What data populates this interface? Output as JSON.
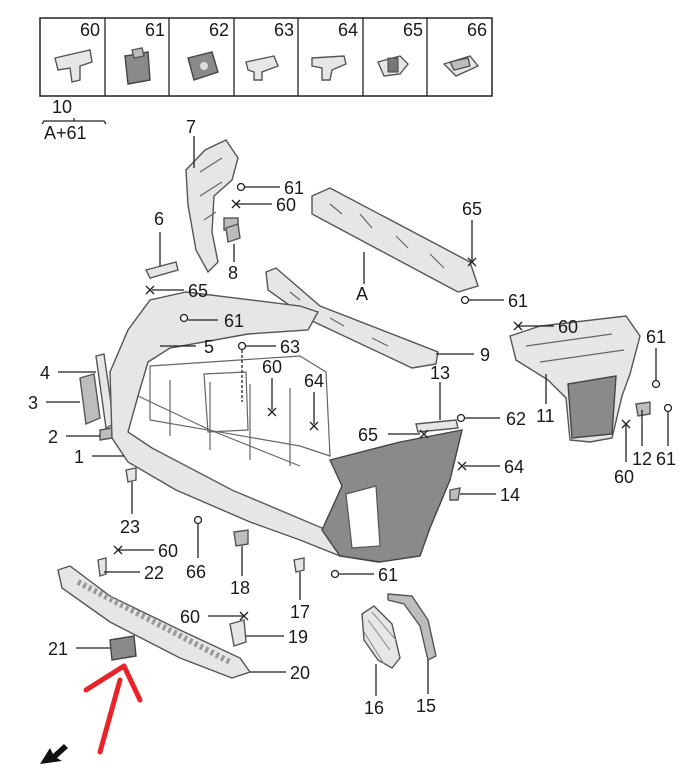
{
  "diagram": {
    "legend": {
      "numbers": [
        "60",
        "61",
        "62",
        "63",
        "64",
        "65",
        "66"
      ],
      "group_number": "10",
      "group_formula": "A+61"
    },
    "callouts": [
      {
        "id": "c7",
        "label": "7"
      },
      {
        "id": "c61a",
        "label": "61"
      },
      {
        "id": "c60a",
        "label": "60"
      },
      {
        "id": "c65a",
        "label": "65"
      },
      {
        "id": "c6",
        "label": "6"
      },
      {
        "id": "c8",
        "label": "8"
      },
      {
        "id": "cA",
        "label": "A"
      },
      {
        "id": "c61b",
        "label": "61"
      },
      {
        "id": "c65b",
        "label": "65"
      },
      {
        "id": "c61c",
        "label": "61"
      },
      {
        "id": "c60b",
        "label": "60"
      },
      {
        "id": "c61d",
        "label": "61"
      },
      {
        "id": "c5",
        "label": "5"
      },
      {
        "id": "c63",
        "label": "63"
      },
      {
        "id": "c9",
        "label": "9"
      },
      {
        "id": "c4",
        "label": "4"
      },
      {
        "id": "c60c",
        "label": "60"
      },
      {
        "id": "c64a",
        "label": "64"
      },
      {
        "id": "c13",
        "label": "13"
      },
      {
        "id": "c11",
        "label": "11"
      },
      {
        "id": "c3",
        "label": "3"
      },
      {
        "id": "c62",
        "label": "62"
      },
      {
        "id": "c65c",
        "label": "65"
      },
      {
        "id": "c2",
        "label": "2"
      },
      {
        "id": "c1",
        "label": "1"
      },
      {
        "id": "c64b",
        "label": "64"
      },
      {
        "id": "c12",
        "label": "12"
      },
      {
        "id": "c61e",
        "label": "61"
      },
      {
        "id": "c60d",
        "label": "60"
      },
      {
        "id": "c14",
        "label": "14"
      },
      {
        "id": "c23",
        "label": "23"
      },
      {
        "id": "c60e",
        "label": "60"
      },
      {
        "id": "c22",
        "label": "22"
      },
      {
        "id": "c66",
        "label": "66"
      },
      {
        "id": "c18",
        "label": "18"
      },
      {
        "id": "c61f",
        "label": "61"
      },
      {
        "id": "c17",
        "label": "17"
      },
      {
        "id": "c60f",
        "label": "60"
      },
      {
        "id": "c19",
        "label": "19"
      },
      {
        "id": "c21",
        "label": "21"
      },
      {
        "id": "c20",
        "label": "20"
      },
      {
        "id": "c16",
        "label": "16"
      },
      {
        "id": "c15",
        "label": "15"
      }
    ],
    "colors": {
      "annotation_arrow": "#e8232a",
      "part_light": "#e6e6e6",
      "part_dark": "#8a8a8a",
      "leader": "#222222"
    },
    "icons": [
      "direction-arrow-icon",
      "annotation-arrow-icon"
    ]
  }
}
